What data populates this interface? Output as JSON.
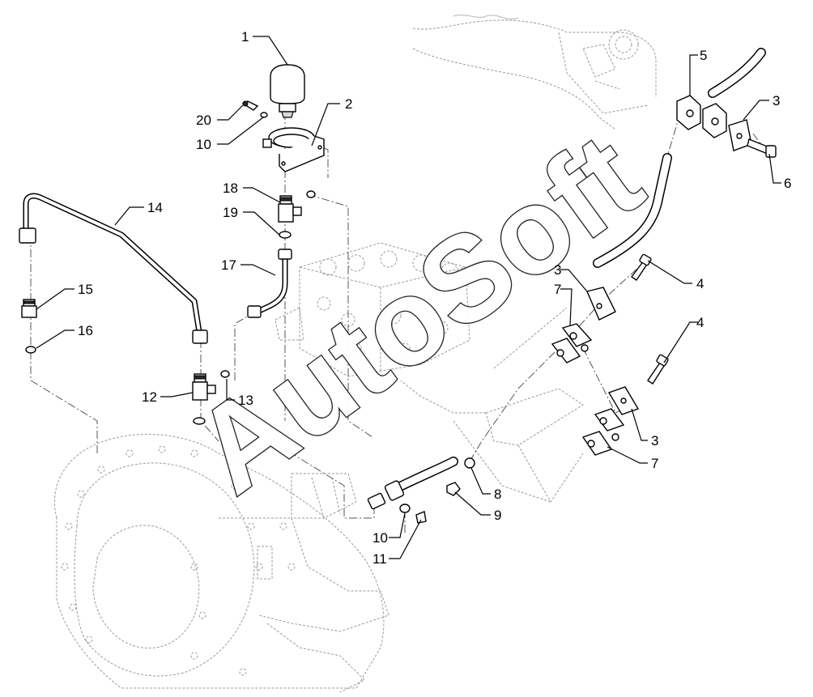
{
  "watermark": "AutoSoft",
  "callouts": [
    {
      "id": "c1",
      "label": "1"
    },
    {
      "id": "c2",
      "label": "2"
    },
    {
      "id": "c20",
      "label": "20"
    },
    {
      "id": "c10a",
      "label": "10"
    },
    {
      "id": "c18",
      "label": "18"
    },
    {
      "id": "c19",
      "label": "19"
    },
    {
      "id": "c17",
      "label": "17"
    },
    {
      "id": "c14",
      "label": "14"
    },
    {
      "id": "c15",
      "label": "15"
    },
    {
      "id": "c16",
      "label": "16"
    },
    {
      "id": "c12",
      "label": "12"
    },
    {
      "id": "c13",
      "label": "13"
    },
    {
      "id": "c5",
      "label": "5"
    },
    {
      "id": "c3a",
      "label": "3"
    },
    {
      "id": "c6",
      "label": "6"
    },
    {
      "id": "c3b",
      "label": "3"
    },
    {
      "id": "c7a",
      "label": "7"
    },
    {
      "id": "c4a",
      "label": "4"
    },
    {
      "id": "c4b",
      "label": "4"
    },
    {
      "id": "c3c",
      "label": "3"
    },
    {
      "id": "c7b",
      "label": "7"
    },
    {
      "id": "c8",
      "label": "8"
    },
    {
      "id": "c9",
      "label": "9"
    },
    {
      "id": "c10b",
      "label": "10"
    },
    {
      "id": "c11",
      "label": "11"
    }
  ]
}
